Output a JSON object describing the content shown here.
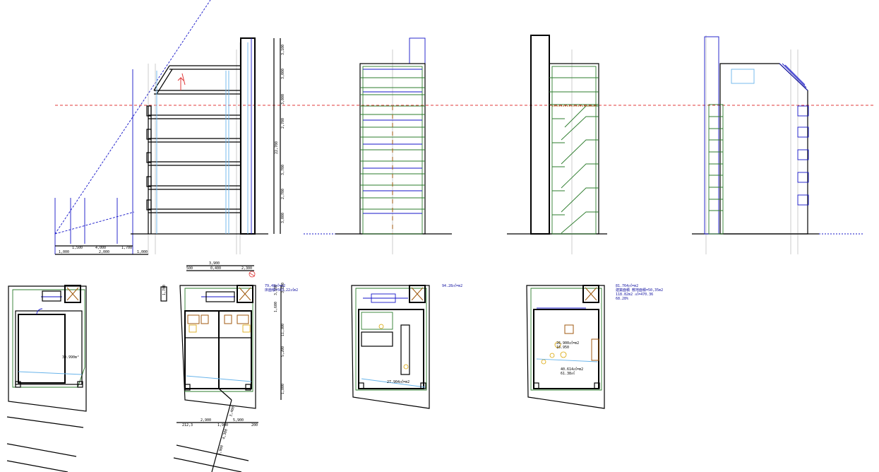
{
  "drawing": {
    "dims_left_bottom": [
      "1,000",
      "1,500",
      "4,000",
      "2,000",
      "1,700",
      "1,000"
    ],
    "dims_vertical_right": [
      "3,100",
      "3,000",
      "3,000",
      "2,700",
      "3,700",
      "2,700",
      "3,000",
      "22,700"
    ],
    "plan2_top_dims": [
      "3,900",
      "0,400",
      "2,300",
      "500"
    ],
    "plan2_side_dims": [
      "1,700",
      "3,100",
      "1,600",
      "3,100",
      "11,300",
      "5,200",
      "1,800"
    ],
    "plan2_bottom_dims": [
      "2,900",
      "5,900",
      "1,900",
      "3,400",
      "4,300",
      "3,900",
      "1,900",
      "212,3",
      "200"
    ],
    "area_plan1": "30.990m²",
    "area_note_plan2": "79,48㎡=m2\n床面積=503,22㎡m2",
    "area_plan3": "94.28㎡=m2",
    "area_plan3_inner": "27.904㎡=m2",
    "area_note_plan4": "81.764㎡=m2\n建築面積 敷地面積=50,35m2\n118.82m2 ㎡=470.36\n68.28%",
    "area_plan4_room": "26.900㎡=m2\n16.950",
    "area_plan4_lower": "40.614㎡=m2\n61.38㎡"
  },
  "colors": {
    "black": "#000000",
    "green": "#2e7d2e",
    "blue": "#1515c8",
    "lightblue": "#69b4ea",
    "red": "#e03a3a",
    "brown": "#a05a10",
    "yellow": "#d9a400"
  }
}
